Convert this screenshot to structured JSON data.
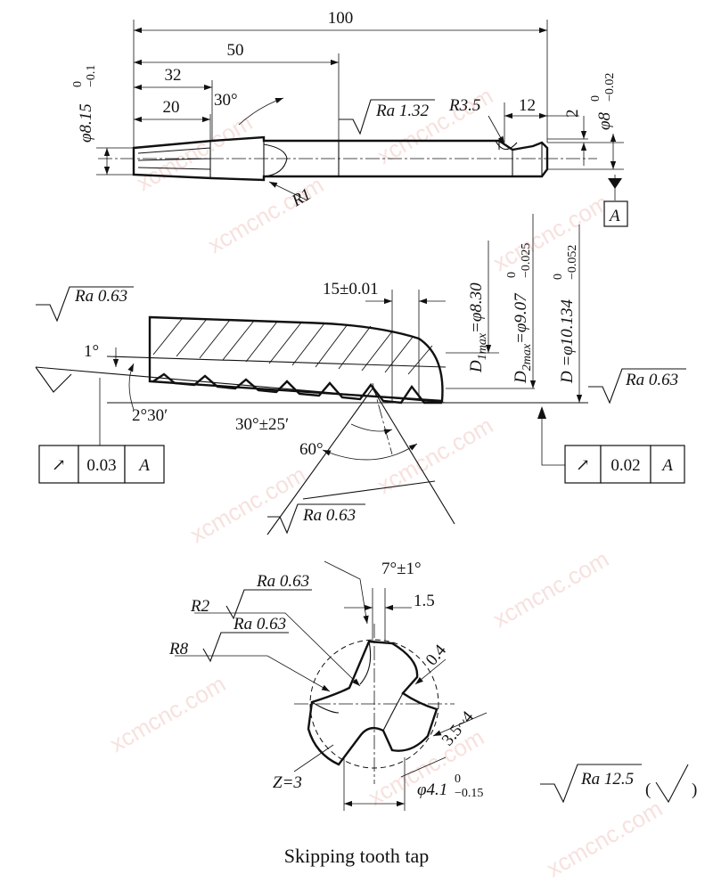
{
  "caption": "Skipping tooth tap",
  "watermark": "xcmcnc.com",
  "side_view": {
    "dim_overall": "100",
    "dim_50": "50",
    "dim_32": "32",
    "dim_20": "20",
    "dim_angle": "30°",
    "dim_dia_main": "φ8.15",
    "dim_dia_main_tol_up": "0",
    "dim_dia_main_tol_low": "−0.1",
    "roughness_shank": "Ra 1.32",
    "radius_groove": "R3.5",
    "dim_12": "12",
    "dim_2": "2",
    "dim_dia_shank": "φ8",
    "dim_dia_shank_tol_up": "0",
    "dim_dia_shank_tol_low": "−0.02",
    "radius_r1": "R1",
    "datum": "A"
  },
  "thread_detail": {
    "roughness_left": "Ra 0.63",
    "angle_1": "1°",
    "angle_2": "2°30′",
    "dim_pitch": "15±0.01",
    "angle_half": "30°±25′",
    "angle_60": "60°",
    "roughness_flank": "Ra 0.63",
    "roughness_right": "Ra 0.63",
    "d1": "D",
    "d1_sub": "1max",
    "d1_rest": "=φ8.30",
    "d2": "D",
    "d2_sub": "2max",
    "d2_rest": "=φ9.07",
    "d2_tol_up": "0",
    "d2_tol_low": "−0.025",
    "d_major": "D =φ10.134",
    "d_major_tol_up": "0",
    "d_major_tol_low": "−0.052",
    "fcf_left": {
      "symbol": "↗",
      "value": "0.03",
      "datum": "A"
    },
    "fcf_right": {
      "symbol": "↗",
      "value": "0.02",
      "datum": "A"
    }
  },
  "section_view": {
    "angle": "7°±1°",
    "dim_1_5": "1.5",
    "radius_r2": "R2",
    "roughness_r2": "Ra 0.63",
    "radius_r8": "R8",
    "roughness_r8": "Ra 0.63",
    "dim_0_4": "0.4",
    "dim_land": "3.5~4",
    "teeth": "Z=3",
    "dim_core": "φ4.1",
    "dim_core_tol_up": "0",
    "dim_core_tol_low": "−0.15"
  },
  "general_roughness": {
    "value": "Ra 12.5",
    "paren_open": "(",
    "paren_close": ")"
  }
}
